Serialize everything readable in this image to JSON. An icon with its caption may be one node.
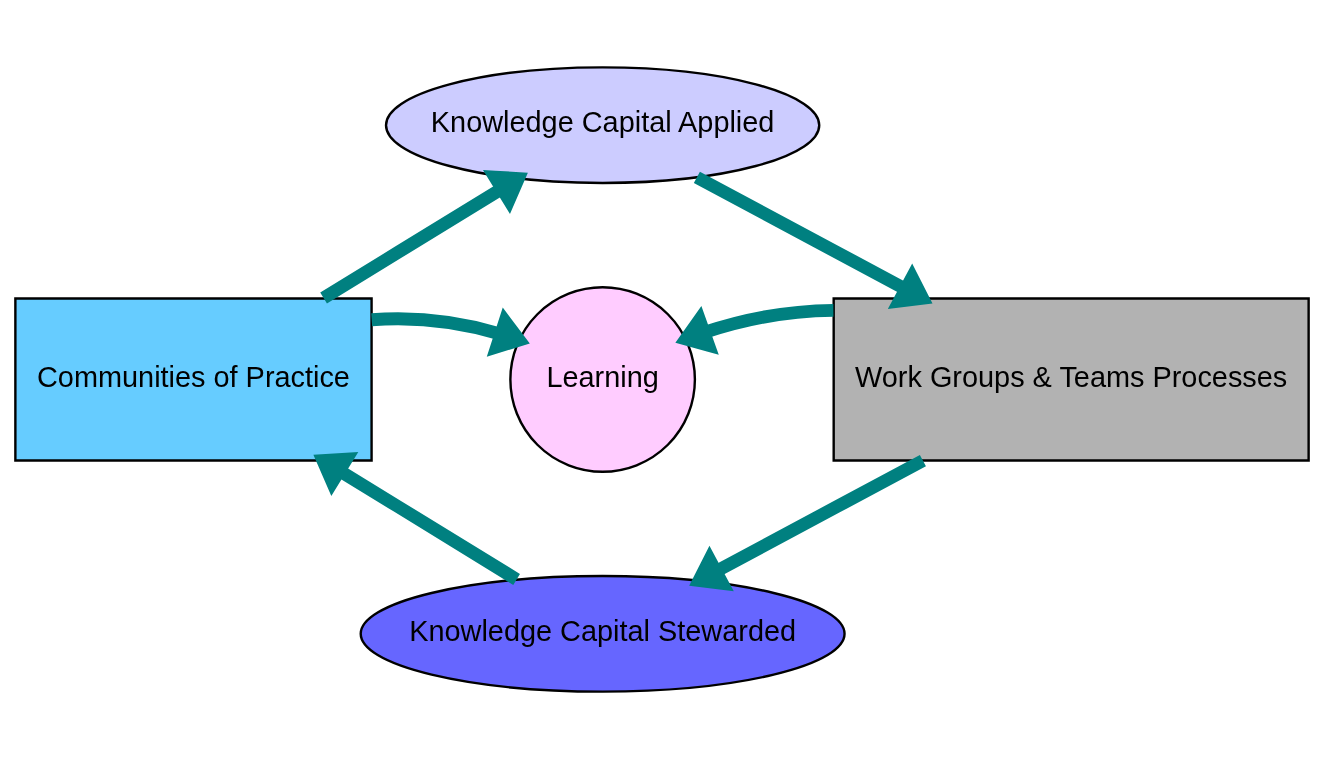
{
  "diagram": {
    "nodes": [
      {
        "text": [
          "Knowledge Capital Applied"
        ]
      },
      {
        "text": [
          "Communities of Practice"
        ]
      },
      {
        "text": [
          "Learning"
        ]
      },
      {
        "text": [
          "Work Groups & Teams Processes"
        ]
      },
      {
        "text": [
          "Knowledge Capital Stewarded"
        ]
      }
    ],
    "edges": [
      {
        "from": 1,
        "to": 0,
        "arrow": "to"
      },
      {
        "from": 0,
        "to": 3,
        "arrow": "to"
      },
      {
        "from": 3,
        "to": 4,
        "arrow": "to"
      },
      {
        "from": 4,
        "to": 1,
        "arrow": "to"
      },
      {
        "from": 1,
        "to": 2,
        "arrow": "to"
      },
      {
        "from": 3,
        "to": 2,
        "arrow": "to"
      }
    ]
  }
}
